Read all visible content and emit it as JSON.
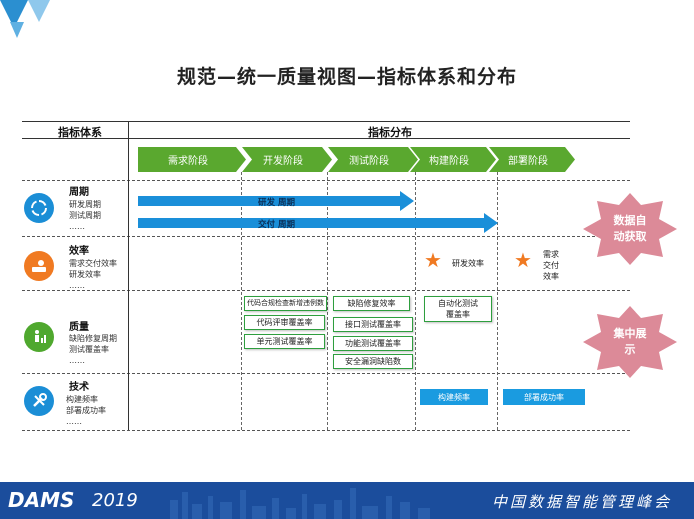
{
  "title": "规范—统一质量视图—指标体系和分布",
  "headers": {
    "left": "指标体系",
    "right": "指标分布"
  },
  "stages": [
    "需求阶段",
    "开发阶段",
    "测试阶段",
    "构建阶段",
    "部署阶段"
  ],
  "categories": [
    {
      "title": "周期",
      "subs": [
        "研发周期",
        "测试周期",
        "……"
      ]
    },
    {
      "title": "效率",
      "subs": [
        "需求交付效率",
        "研发效率",
        "……"
      ]
    },
    {
      "title": "质量",
      "subs": [
        "缺陷修复周期",
        "测试覆盖率",
        "……"
      ]
    },
    {
      "title": "技术",
      "subs": [
        "构建频率",
        "部署成功率",
        "……"
      ]
    }
  ],
  "arrows": {
    "dev_cycle": "研发 周期",
    "delivery_cycle": "交付 周期"
  },
  "efficiency": {
    "dev": "研发效率",
    "req_line1": "需求",
    "req_line2": "交付",
    "req_line3": "效率"
  },
  "quality": {
    "dev_boxes": [
      "代码合规检查新增违例数",
      "代码评审覆盖率",
      "单元测试覆盖率"
    ],
    "test_boxes": [
      "缺陷修复效率",
      "接口测试覆盖率",
      "功能测试覆盖率",
      "安全漏洞缺陷数"
    ],
    "build_line1": "自动化测试",
    "build_line2": "覆盖率"
  },
  "tech": {
    "build": "构建频率",
    "deploy": "部署成功率"
  },
  "badges": [
    {
      "line1": "数据自",
      "line2": "动获取"
    },
    {
      "line1": "集中展",
      "line2": "示"
    }
  ],
  "footer": {
    "logo": "DAMS",
    "year": "2019",
    "conference": "中国数据智能管理峰会"
  },
  "colors": {
    "stage_green": "#5aa82f",
    "arrow_blue": "#1a8fd9",
    "badge_pink": "#dc8a98",
    "footer_blue": "#1b4d9c",
    "star_orange": "#f07a22"
  }
}
